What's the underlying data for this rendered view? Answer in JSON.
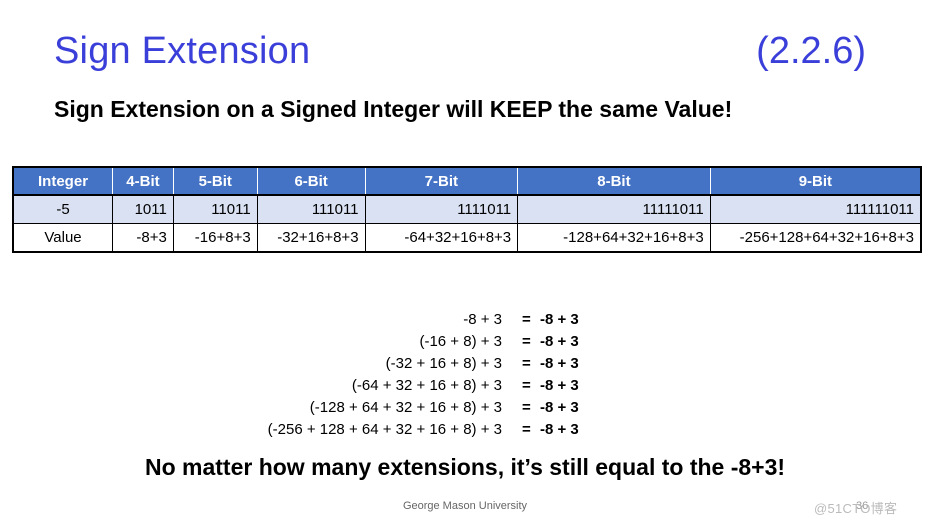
{
  "slide": {
    "title": "Sign Extension",
    "section_number": "(2.2.6)",
    "subtitle": "Sign Extension on a Signed Integer will KEEP the same Value!",
    "bottom_note": "No matter how many extensions, it’s still equal to the -8+3!",
    "footer": "George Mason University",
    "page_number": "36",
    "watermark": "@51CTO博客"
  },
  "table": {
    "headers": [
      "Integer",
      "4-Bit",
      "5-Bit",
      "6-Bit",
      "7-Bit",
      "8-Bit",
      "9-Bit"
    ],
    "rows": [
      [
        "-5",
        "1011",
        "11011",
        "111011",
        "1111011",
        "11111011",
        "111111011"
      ],
      [
        "Value",
        "-8+3",
        "-16+8+3",
        "-32+16+8+3",
        "-64+32+16+8+3",
        "-128+64+32+16+8+3",
        "-256+128+64+32+16+8+3"
      ]
    ]
  },
  "equations": [
    {
      "lhs": "-8 + 3",
      "eq": "=",
      "rhs": "-8 + 3"
    },
    {
      "lhs": "(-16 + 8) + 3",
      "eq": "=",
      "rhs": "-8 + 3"
    },
    {
      "lhs": "(-32 + 16 + 8) + 3",
      "eq": "=",
      "rhs": "-8 + 3"
    },
    {
      "lhs": "(-64 + 32 + 16 + 8) + 3",
      "eq": "=",
      "rhs": "-8 + 3"
    },
    {
      "lhs": "(-128 + 64 + 32 + 16 + 8) + 3",
      "eq": "=",
      "rhs": "-8 + 3"
    },
    {
      "lhs": "(-256 + 128 + 64 + 32 + 16 + 8) + 3",
      "eq": "=",
      "rhs": "-8 + 3"
    }
  ],
  "colors": {
    "title": "#3b3fd9",
    "header_bg": "#4472c4",
    "row_highlight": "#d9e1f2"
  }
}
